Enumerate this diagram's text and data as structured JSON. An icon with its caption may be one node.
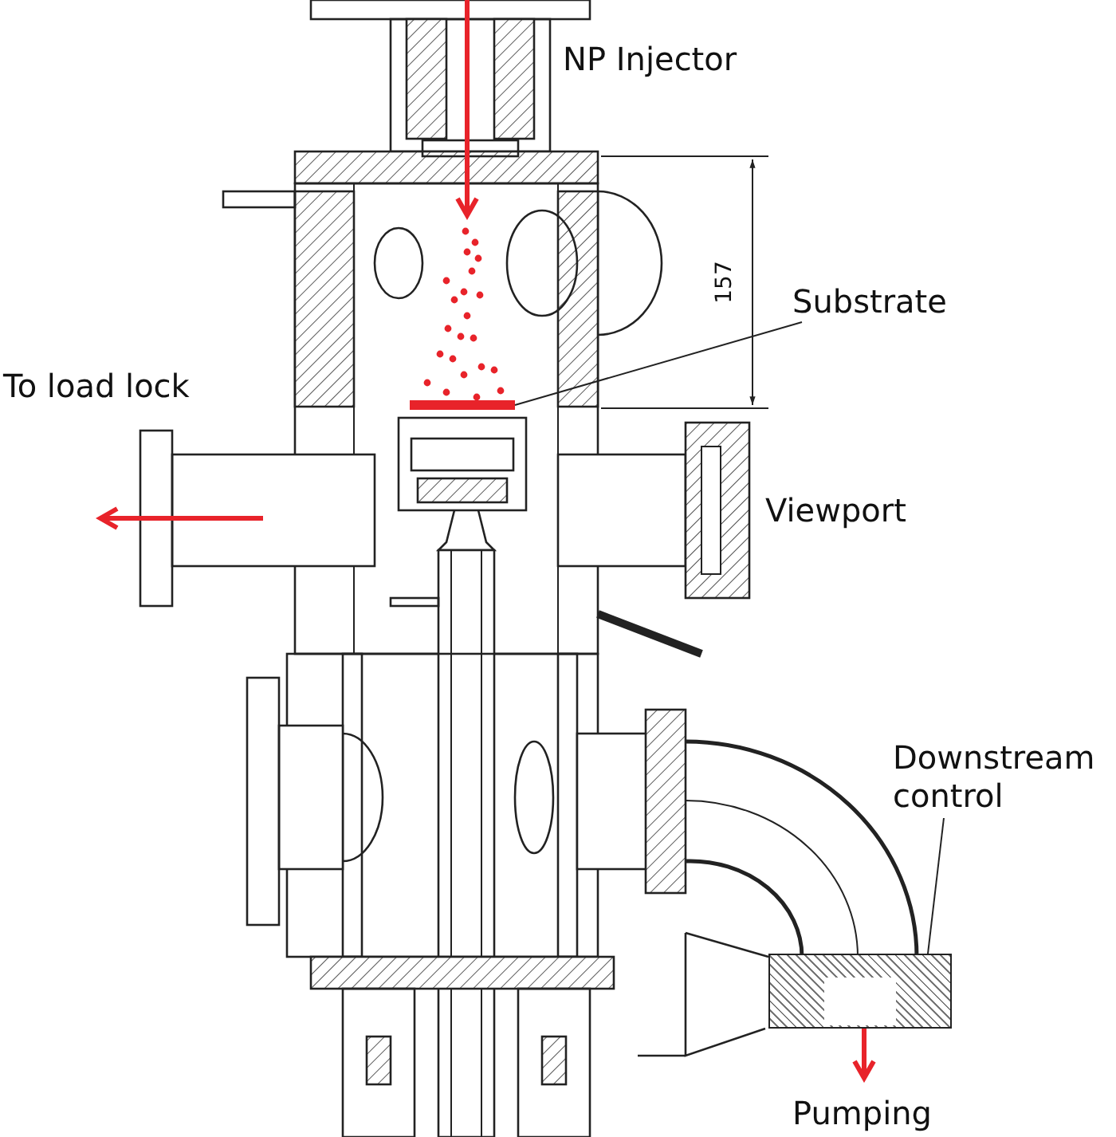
{
  "diagram": {
    "nodes": [
      {
        "text": [
          "Substrate"
        ]
      },
      {
        "text": [],
        "shape": "bar"
      },
      {
        "text": [
          "Downstream control"
        ]
      },
      {
        "text": [],
        "shape": "box"
      }
    ],
    "edges": [
      {
        "from": 0,
        "to": 1,
        "arrow": "none"
      },
      {
        "from": 2,
        "to": 3,
        "arrow": "none"
      }
    ],
    "labels": [
      "NP Injector",
      "157",
      "To load lock",
      "Viewport",
      "Pumping"
    ]
  }
}
